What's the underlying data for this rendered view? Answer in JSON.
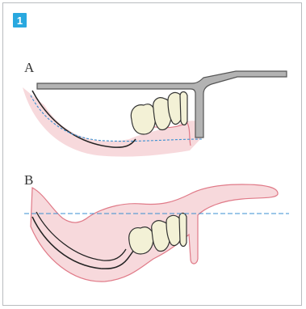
{
  "figure": {
    "badge_number": "1",
    "panel_a_label": "A",
    "panel_b_label": "B",
    "colors": {
      "badge": "#29a8df",
      "gum": "#f7d9dc",
      "gum_outline": "#e07a88",
      "tooth": "#f3f1d6",
      "tray": "#b3b3b3",
      "tray_outline": "#555555",
      "guide_line": "#3a8fd0"
    }
  }
}
